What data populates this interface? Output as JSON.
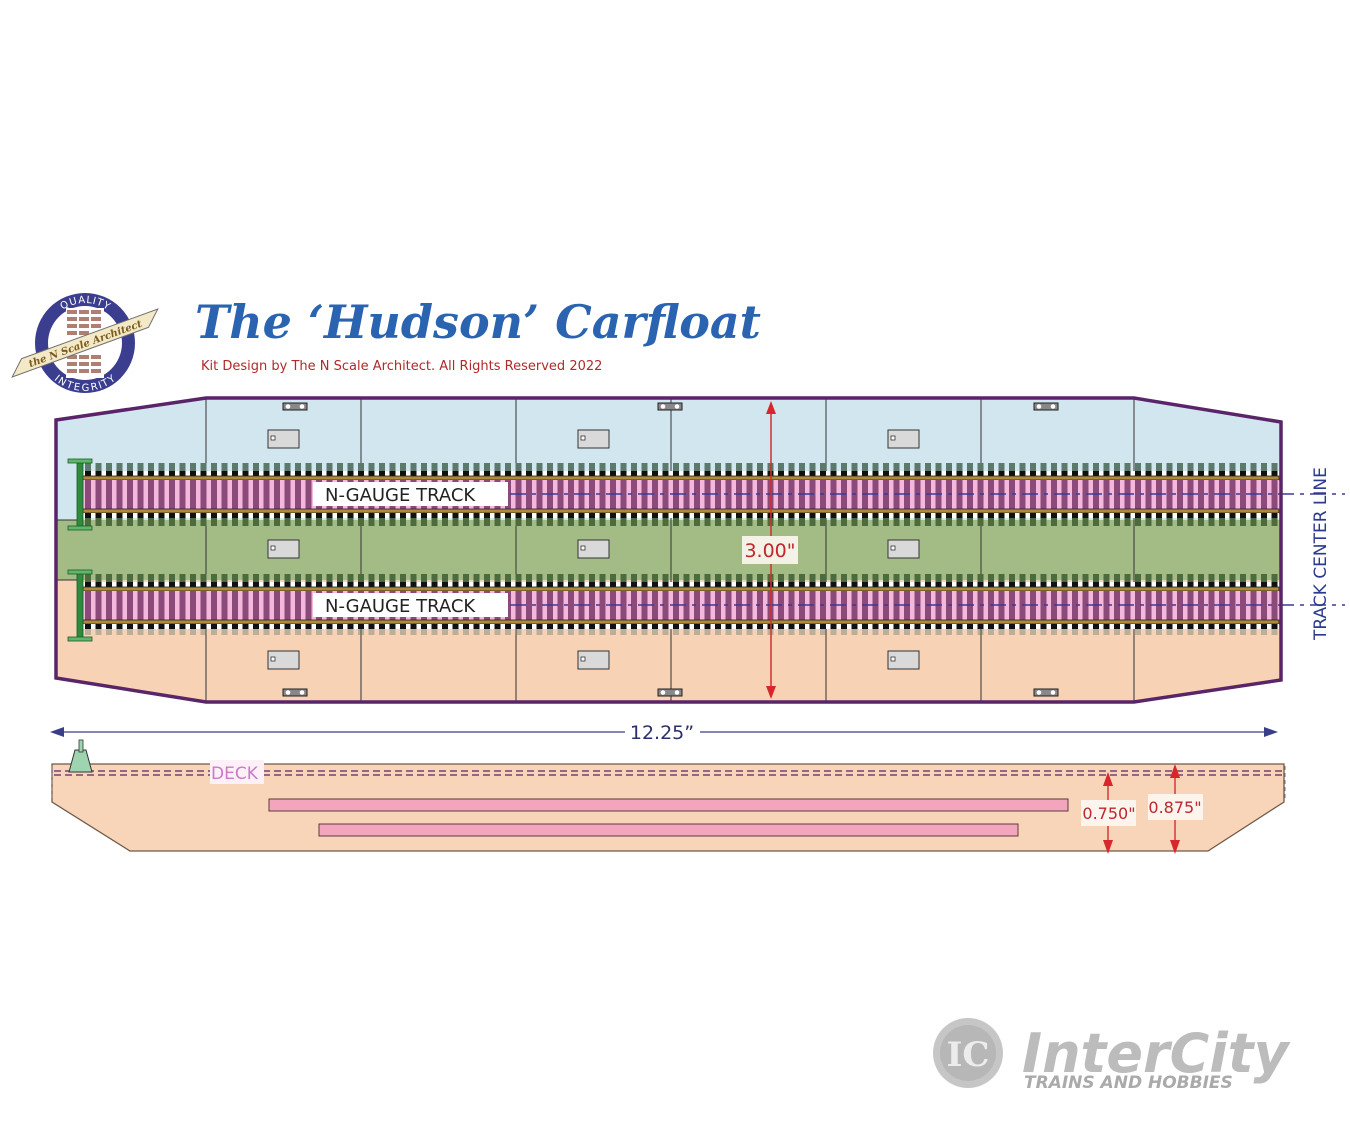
{
  "header": {
    "title": "The ‘Hudson’ Carfloat",
    "subtitle": "Kit Design by The N Scale Architect.  All Rights Reserved 2022"
  },
  "logo": {
    "top_text": "QUALITY",
    "bottom_text": "INTEGRITY",
    "band_text": "the N Scale Architect",
    "ring_color": "#3b3d8f",
    "band_color": "#f3e9c6"
  },
  "plan_view": {
    "track_label_1": "N-GAUGE TRACK",
    "track_label_2": "N-GAUGE TRACK",
    "width_dimension": "3.00\"",
    "track_center_label": "TRACK CENTER LINE",
    "colors": {
      "top_deck": "#d2e6ef",
      "middle_deck": "#a3bc85",
      "bottom_deck": "#f8d2b5",
      "hull_outline": "#5a2468",
      "track_bed": "#f4b8dd",
      "ties": "#8b4a79",
      "rail": "#b08a3a",
      "bumper": "#2e8b3e"
    }
  },
  "overall_length": "12.25”",
  "side_view": {
    "deck_label": "DECK",
    "dim_1": "0.750\"",
    "dim_2": "0.875\"",
    "hull_color": "#f8d5b8",
    "strip_color": "#f2a5bd"
  },
  "watermark": {
    "brand": "InterCity",
    "tagline": "TRAINS AND HOBBIES",
    "badge": "IC"
  }
}
